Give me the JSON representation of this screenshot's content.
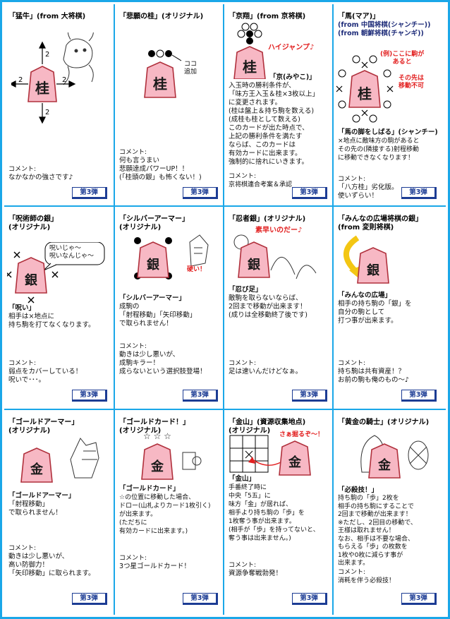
{
  "badge_label": "第3弾",
  "cards": [
    {
      "title": "「猛牛」(from 大将棋)",
      "piece": "桂",
      "arrows": [
        "2",
        "2",
        "2",
        "2"
      ],
      "comment_label": "コメント:",
      "comment": "なかなかの強さです♪"
    },
    {
      "title": "「悲願の桂」(オリジナル)",
      "piece": "桂",
      "note": "ココ\n追加",
      "comment_label": "コメント:",
      "comment": "何も言うまい\n悲願達成パワーUP！！\n(「桂頭の銀」も怖くない！)"
    },
    {
      "title": "「京翔」(from 京将棋)",
      "piece": "桂",
      "red_note": "ハイジャンプ♪",
      "heading": "「京(みやこ)」",
      "body": "入玉時の勝利条件が、\n「味方王入玉＆桂×3枚以上」\nに変更されます。\n(桂は盤上＆持ち駒を数える)\n(成桂も桂として数える)\nこのカードが出た時点で、\n上記の勝利条件を満たす\nならば、このカードは\n有効カードに出来ます。\n強制的に捨れにいきます。",
      "comment_label": "コメント:",
      "comment": "京将棋連合考案＆承認"
    },
    {
      "title": "「馬(マア)」",
      "subtitle": "(from 中国将棋(シャンチー))\n(from 朝鮮将棋(チャンギ))",
      "piece": "桂",
      "red_note1": "(例)ここに駒が\nあると",
      "red_note2": "その先は\n移動不可",
      "heading": "「馬の脚をしばる」(シャンチー)",
      "body": "×地点に敵味方の駒があると\nその先の(隣接する)射程移動\nに移動できなくなります！",
      "comment_label": "コメント:",
      "comment": "「八方桂」劣化版。\n使いずらい！"
    },
    {
      "title": "「呪術師の銀」\n(オリジナル)",
      "piece": "銀",
      "bubble": "呪いじゃ～\n呪いなんじゃ～",
      "heading": "「呪い」",
      "body": "相手は×地点に\n持ち駒を打てなくなります。",
      "comment_label": "コメント:",
      "comment": "弱点をカバーしている！\n呪いで･･･。"
    },
    {
      "title": "「シルバーアーマー」\n(オリジナル)",
      "piece": "銀",
      "red_note": "硬い！",
      "heading": "「シルバーアーマー」",
      "body": "成駒の\n「射程移動」「矢印移動」\nで取られません！",
      "comment_label": "コメント:",
      "comment": "動きは少し悪いが、\n成駒キラー！\n成らないという選択肢登場！"
    },
    {
      "title": "「忍者銀」(オリジナル)",
      "piece": "銀",
      "red_note": "素早いのだー♪",
      "heading": "「忍び足」",
      "body": "敵駒を取らないならば、\n2回まで移動が出来ます！\n(成りは全移動終了後です)",
      "comment_label": "コメント:",
      "comment": "足は速いんだけどなぁ。"
    },
    {
      "title": "「みんなの広場将棋の銀」\n(from 変則将棋)",
      "piece": "銀",
      "heading": "「みんなの広場」",
      "body": "相手の持ち駒の「銀」を\n自分の駒として\n打つ事が出来ます。",
      "comment_label": "コメント:",
      "comment": "持ち駒は共有資産！？\nお前の駒も俺のもの～♪"
    },
    {
      "title": "「ゴールドアーマー」\n(オリジナル)",
      "piece": "金",
      "heading": "「ゴールドアーマー」",
      "body": "「射程移動」\nで取られません！",
      "comment_label": "コメント:",
      "comment": "動きは少し悪いが、\n高い防御力！\n「矢印移動」に取られます。"
    },
    {
      "title": "「ゴールドカード！」\n(オリジナル)",
      "piece": "金",
      "stars": "☆ ☆ ☆",
      "heading": "「ゴールドカード」",
      "body": "☆の位置に移動した場合、\nドロー(山札よりカード1枚引く)\nが出来ます。\n(ただちに\n有効カードに出来ます。)",
      "comment_label": "コメント:",
      "comment": "3つ星ゴールドカード！"
    },
    {
      "title": "「金山」(資源収集地点)\n(オリジナル)",
      "piece": "金",
      "red_note": "さぁ掘るぞ～！",
      "heading": "「金山」",
      "body": "手番終了時に\n中央「5五」に\n味方「金」が居れば、\n相手より持ち駒の「歩」を\n1枚奪う事が出来ます。\n(相手が「歩」を持ってないと、\n奪う事は出来ません。)",
      "comment_label": "コメント:",
      "comment": "資源争奪戦勃発！"
    },
    {
      "title": "「黄金の騎士」(オリジナル)",
      "piece": "金",
      "heading": "「必殺技！」",
      "body": "持ち駒の「歩」2枚を\n相手の持ち駒にすることで\n2回まで移動が出来ます！\n※ただし、2回目の移動で、\n王様は取れません！\nなお、相手は不要な場合、\nもらえる「歩」の枚数を\n1枚や0枚に減らす事が\n出来ます。",
      "comment_label": "コメント:",
      "comment": "消耗を伴う必殺技！"
    }
  ]
}
